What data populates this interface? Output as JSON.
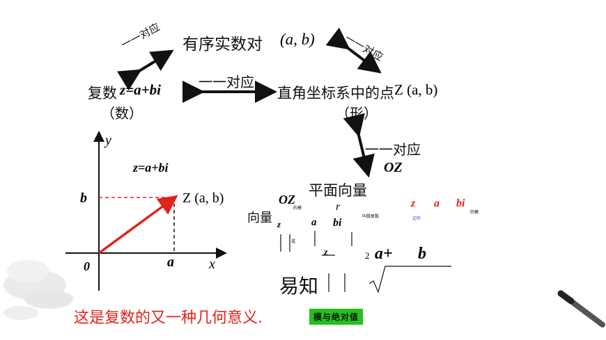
{
  "top": {
    "ordered_pair_label": "有序实数对",
    "ordered_pair_math": "(a, b)",
    "left_corr": "一一对应",
    "right_corr": "一一对应"
  },
  "middle": {
    "complex_label": "复数",
    "complex_expr": "z=a+bi",
    "complex_tag": "（数）",
    "middle_corr": "一一对应",
    "point_label": "直角坐标系中的点",
    "point_expr": "Z (a, b)",
    "point_tag": "（形）"
  },
  "right_side": {
    "corr": "一一对应",
    "oz1": "OZ",
    "plane_vector": "平面向量",
    "oz2": "OZ",
    "small1": "的模",
    "r": "r",
    "small2": "叫做复数",
    "z1": "z",
    "minus": "=",
    "a1": "a",
    "bi1": "bi",
    "small3": "的模",
    "small4": "记作",
    "vector_label": "向量",
    "z2": "z",
    "a2": "a",
    "bi2": "bi",
    "small5": "或",
    "z3": "z",
    "two": "2",
    "a3": "a+",
    "b3": "b",
    "easy": "易知"
  },
  "graph": {
    "y_label": "y",
    "x_label": "x",
    "origin": "0",
    "b_label": "b",
    "a_label": "a",
    "equation": "z=a+bi",
    "point_label": "Z (a, b)"
  },
  "bottom": {
    "sentence": "这是复数的又一种几何意义.",
    "badge": "模与绝对值"
  },
  "colors": {
    "red": "#e0231b",
    "green": "#22c21c",
    "black": "#111111"
  }
}
